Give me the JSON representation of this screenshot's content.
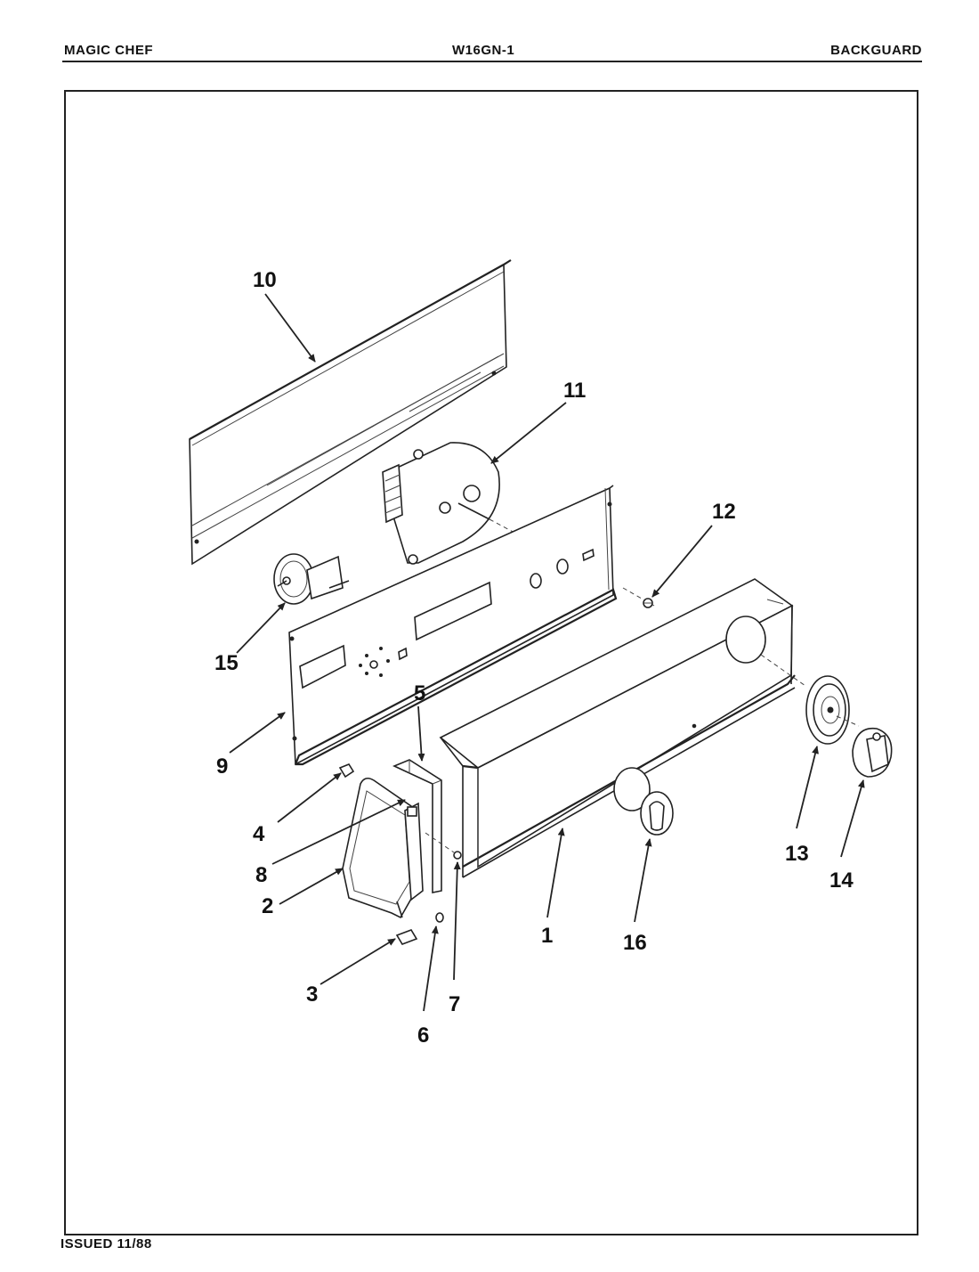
{
  "header": {
    "brand": "MAGIC CHEF",
    "model": "W16GN-1",
    "section": "BACKGUARD"
  },
  "footer": {
    "issued": "ISSUED 11/88"
  },
  "callouts": [
    "1",
    "2",
    "3",
    "4",
    "5",
    "6",
    "7",
    "8",
    "9",
    "10",
    "11",
    "12",
    "13",
    "14",
    "15",
    "16"
  ]
}
